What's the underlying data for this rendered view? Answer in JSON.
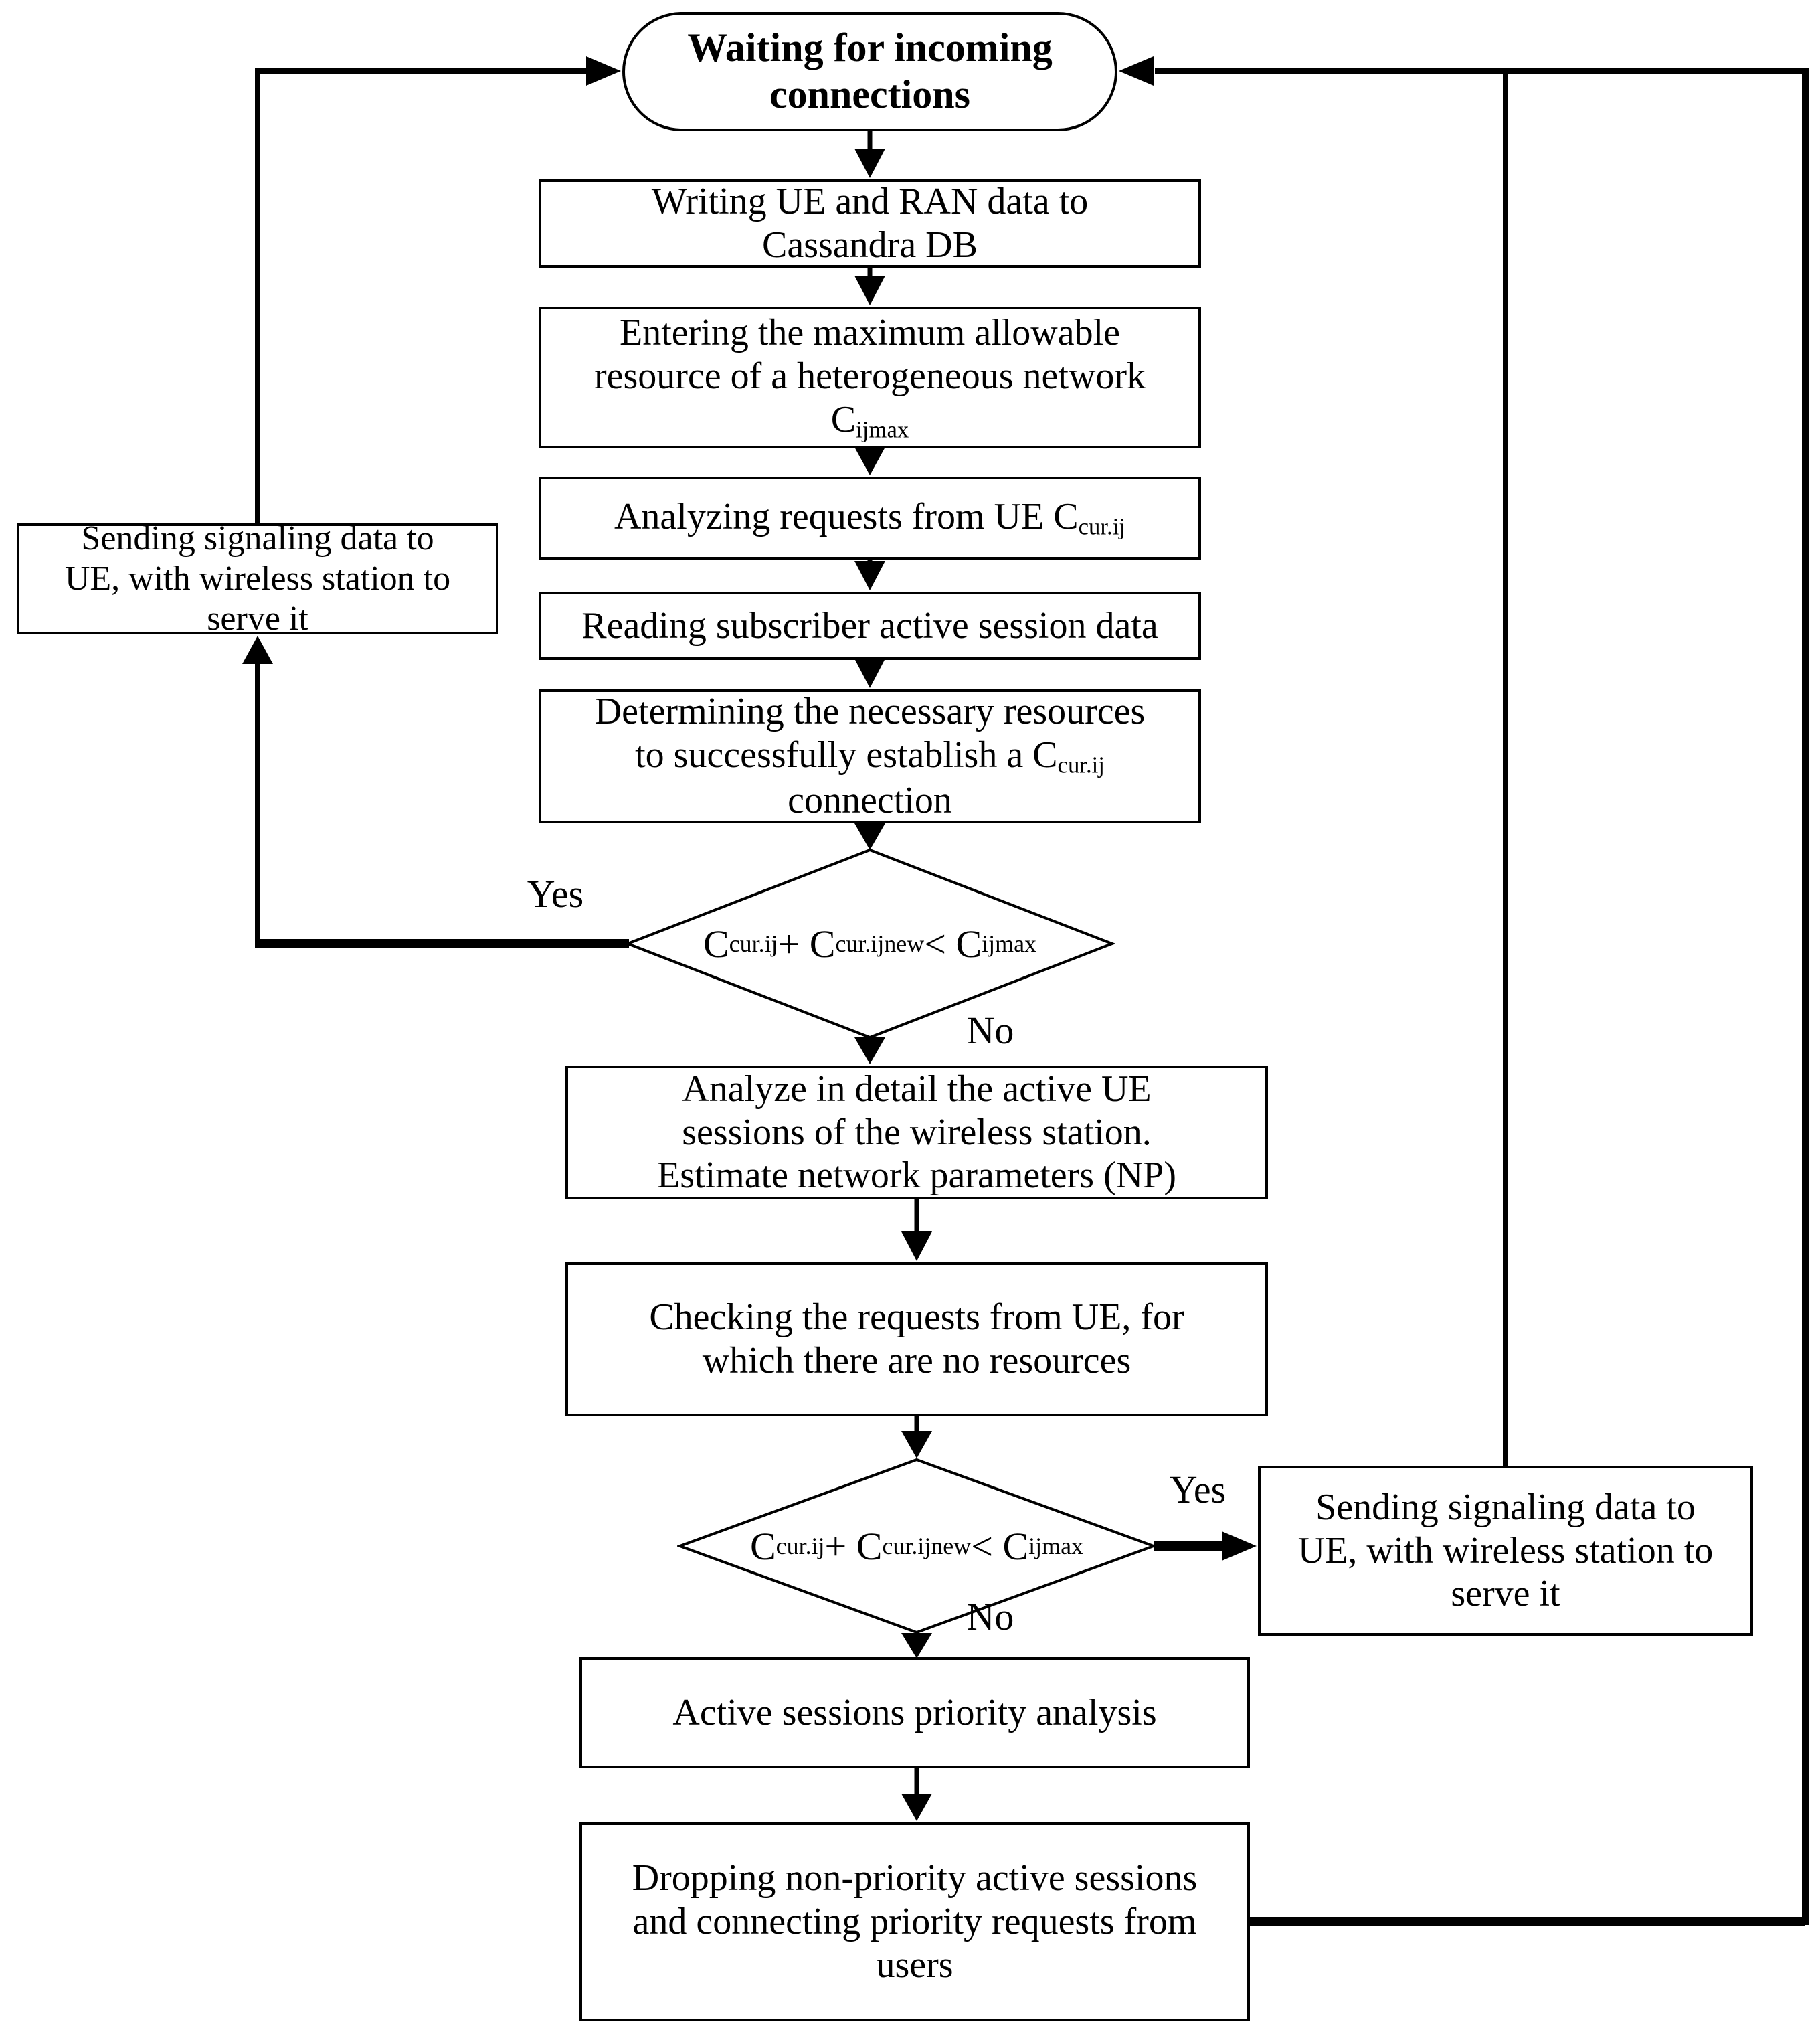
{
  "colors": {
    "background": "#ffffff",
    "stroke": "#000000",
    "text": "#000000"
  },
  "nodes": {
    "waiting": {
      "segments": [
        {
          "t": "Waiting for incoming"
        },
        {
          "br": true
        },
        {
          "t": "connections"
        }
      ]
    },
    "writing": {
      "segments": [
        {
          "t": "Writing UE and RAN data to"
        },
        {
          "br": true
        },
        {
          "t": "Cassandra DB"
        }
      ]
    },
    "entering": {
      "segments": [
        {
          "t": "Entering the maximum allowable"
        },
        {
          "br": true
        },
        {
          "t": "resource of a heterogeneous network"
        },
        {
          "br": true
        },
        {
          "t": "C"
        },
        {
          "s": "ijmax"
        }
      ]
    },
    "analyzing": {
      "segments": [
        {
          "t": "Analyzing requests from  UE C"
        },
        {
          "s": "cur.ij"
        }
      ]
    },
    "reading": {
      "label": "Reading subscriber active session data"
    },
    "determining": {
      "segments": [
        {
          "t": "Determining the necessary resources"
        },
        {
          "br": true
        },
        {
          "t": "to successfully establish a C"
        },
        {
          "s": "cur.ij"
        },
        {
          "br": true
        },
        {
          "t": "connection"
        }
      ]
    },
    "sending_left": {
      "segments": [
        {
          "t": "Sending signaling data to"
        },
        {
          "br": true
        },
        {
          "t": "UE, with wireless station to"
        },
        {
          "br": true
        },
        {
          "t": "serve it"
        }
      ]
    },
    "analyze_detail": {
      "segments": [
        {
          "t": "Analyze in detail the active UE"
        },
        {
          "br": true
        },
        {
          "t": "sessions of the wireless station."
        },
        {
          "br": true
        },
        {
          "t": "Estimate network parameters (NP)"
        }
      ]
    },
    "checking": {
      "segments": [
        {
          "t": "Checking the requests from UE, for"
        },
        {
          "br": true
        },
        {
          "t": "which there are no resources"
        }
      ]
    },
    "sending_right": {
      "segments": [
        {
          "t": "Sending signaling data to"
        },
        {
          "br": true
        },
        {
          "t": "UE, with wireless station to"
        },
        {
          "br": true
        },
        {
          "t": "serve it"
        }
      ]
    },
    "priority": {
      "label": "Active sessions priority analysis"
    },
    "dropping": {
      "segments": [
        {
          "t": "Dropping non-priority active sessions"
        },
        {
          "br": true
        },
        {
          "t": "and connecting priority requests from"
        },
        {
          "br": true
        },
        {
          "t": "users"
        }
      ]
    }
  },
  "formulas": {
    "capacity": [
      {
        "t": "C"
      },
      {
        "s": "cur.ij"
      },
      {
        "t": " + C"
      },
      {
        "s": "cur.ijnew"
      },
      {
        "t": " < C"
      },
      {
        "s": "ijmax"
      }
    ]
  },
  "labels": {
    "yes_first": "Yes",
    "no_first": "No",
    "yes_second": "Yes",
    "no_second": "No"
  }
}
